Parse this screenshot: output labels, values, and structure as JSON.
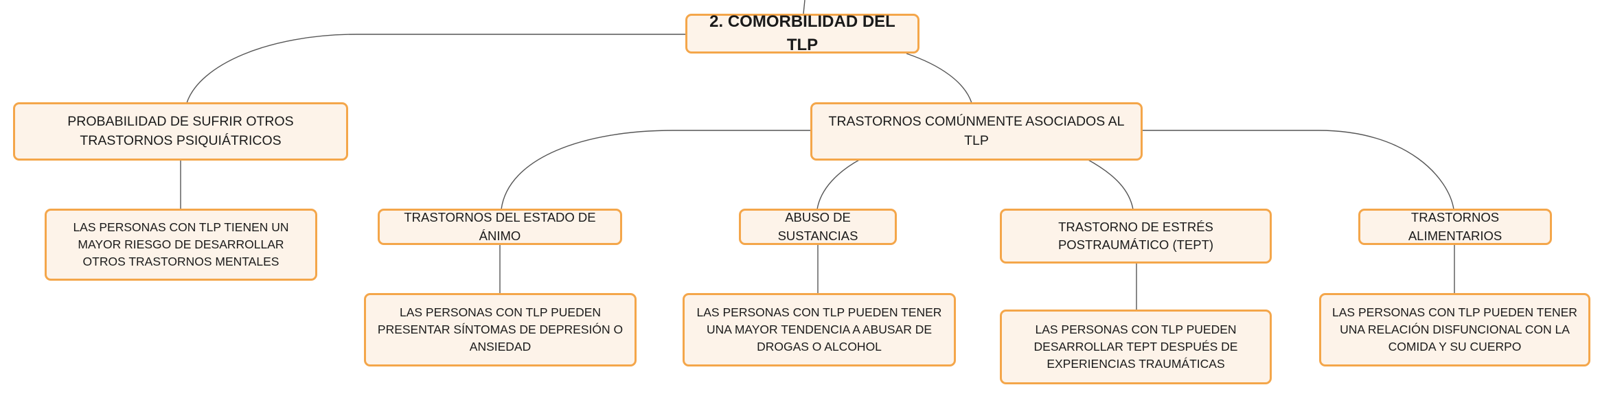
{
  "colors": {
    "node_fill": "#fdf3e9",
    "node_border": "#f4a64a",
    "connector": "#555555",
    "text": "#1a1a1a"
  },
  "root": {
    "label": "2. COMORBILIDAD DEL TLP"
  },
  "branch_probability": {
    "label": "PROBABILIDAD DE SUFRIR OTROS TRASTORNOS PSIQUIÁTRICOS",
    "detail": "LAS PERSONAS CON TLP TIENEN UN MAYOR RIESGO DE DESARROLLAR OTROS TRASTORNOS MENTALES"
  },
  "branch_disorders": {
    "label": "TRASTORNOS COMÚNMENTE ASOCIADOS AL TLP",
    "children": [
      {
        "label": "TRASTORNOS DEL ESTADO DE ÁNIMO",
        "detail": "LAS PERSONAS CON TLP PUEDEN PRESENTAR SÍNTOMAS DE DEPRESIÓN O ANSIEDAD"
      },
      {
        "label": "ABUSO DE SUSTANCIAS",
        "detail": "LAS PERSONAS CON TLP PUEDEN TENER UNA MAYOR TENDENCIA A ABUSAR DE DROGAS O ALCOHOL"
      },
      {
        "label": "TRASTORNO DE ESTRÉS POSTRAUMÁTICO (TEPT)",
        "detail": "LAS PERSONAS CON TLP PUEDEN DESARROLLAR TEPT DESPUÉS DE EXPERIENCIAS TRAUMÁTICAS"
      },
      {
        "label": "TRASTORNOS ALIMENTARIOS",
        "detail": "LAS PERSONAS CON TLP PUEDEN TENER UNA RELACIÓN DISFUNCIONAL CON LA COMIDA Y SU CUERPO"
      }
    ]
  }
}
